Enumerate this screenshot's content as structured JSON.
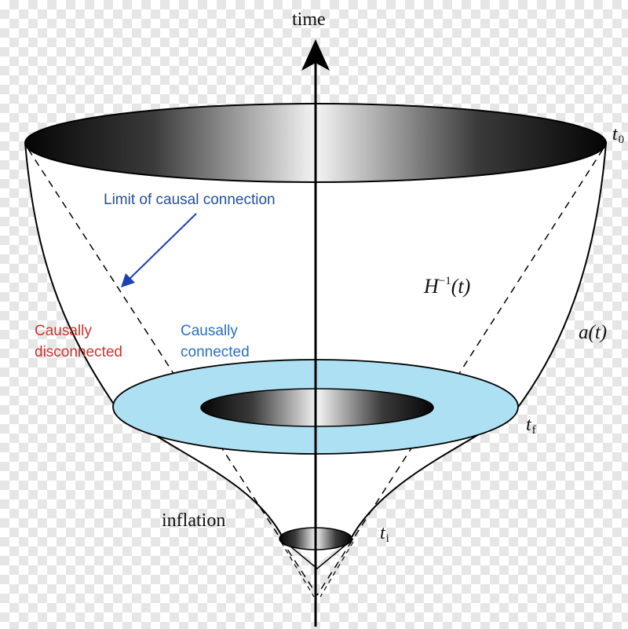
{
  "labels": {
    "time_axis": "time",
    "t0_symbol": "t",
    "t0_subscript": "0",
    "tf_symbol": "t",
    "tf_subscript": "f",
    "ti_symbol": "t",
    "ti_subscript": "i",
    "hubble_radius_base": "H",
    "hubble_radius_exponent": "−1",
    "hubble_radius_arg": "(t)",
    "scale_factor": "a(t)",
    "inflation": "inflation",
    "limit_causal": "Limit of causal connection",
    "causally_disconnected_line1": "Causally",
    "causally_disconnected_line2": "disconnected",
    "causally_connected_line1": "Causally",
    "causally_connected_line2": "connected"
  },
  "colors": {
    "outline": "#000000",
    "limit_text": "#1f4fa0",
    "disconnected_text": "#c8352a",
    "connected_text": "#2a6fbf",
    "ring_fill": "#aee0f3",
    "arrow_color": "#1f3fb5"
  }
}
